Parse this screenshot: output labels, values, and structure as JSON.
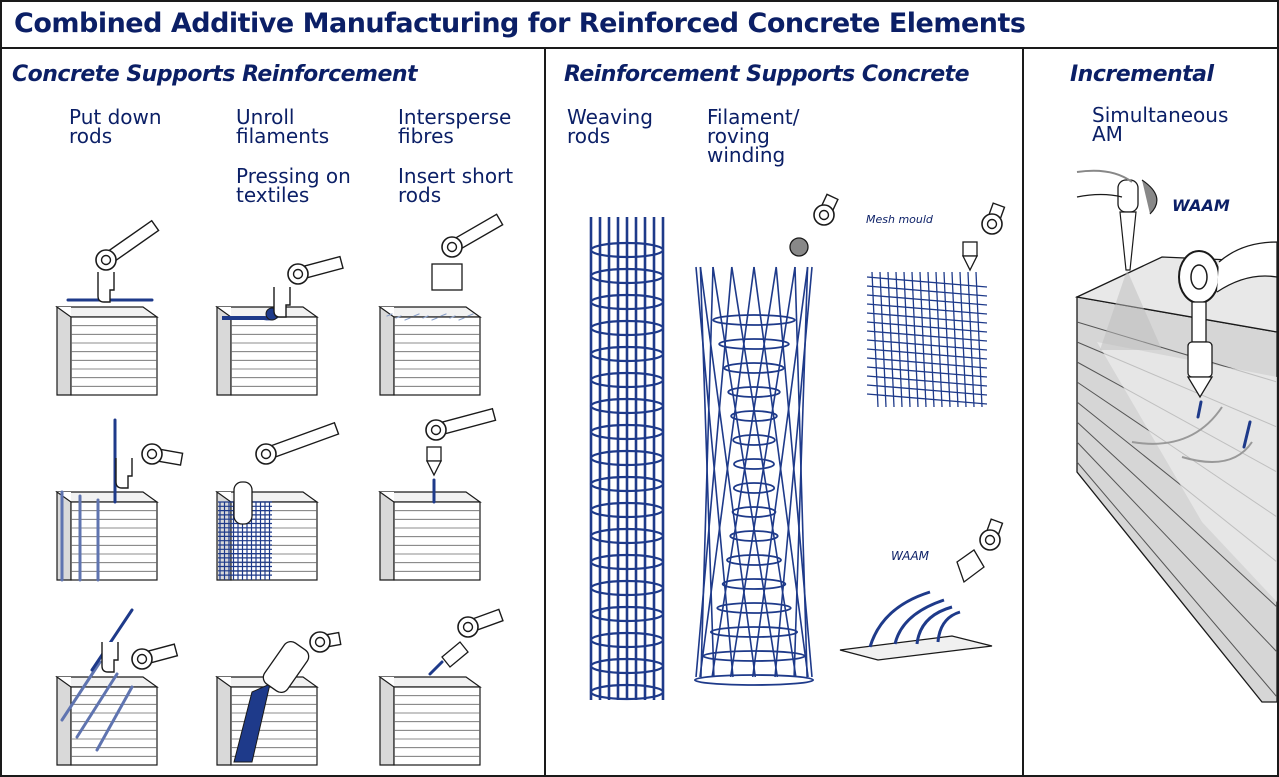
{
  "title": "Combined Additive Manufacturing for Reinforced Concrete Elements",
  "sections": {
    "left": {
      "heading": "Concrete Supports Reinforcement",
      "labels": {
        "put_down_rods": "Put down\nrods",
        "unroll_filaments": "Unroll\nfilaments",
        "intersperse_fibres": "Intersperse\nfibres",
        "pressing_on_textiles": "Pressing on\ntextiles",
        "insert_short_rods": "Insert short\nrods"
      }
    },
    "middle": {
      "heading": "Reinforcement Supports Concrete",
      "labels": {
        "weaving_rods": "Weaving\nrods",
        "filament_winding": "Filament/\nroving\nwinding",
        "mesh_mould": "Mesh mould",
        "waam": "WAAM"
      }
    },
    "right": {
      "heading": "Incremental",
      "labels": {
        "simultaneous_am": "Simultaneous\nAM",
        "waam": "WAAM"
      }
    }
  },
  "colors": {
    "navy": "#0b1f66",
    "rebar": "#1e3a8a",
    "outline": "#1a1a1a",
    "concrete_top": "#f2f2f2",
    "concrete_side": "#d9d9d9"
  }
}
